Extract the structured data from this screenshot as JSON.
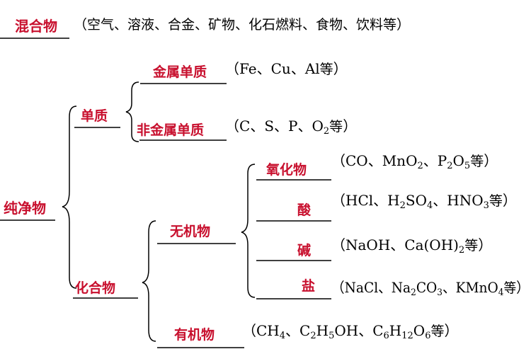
{
  "terms": {
    "mixture": "混合物",
    "pure": "纯净物",
    "element": "单质",
    "compound": "化合物",
    "metal": "金属单质",
    "nonmetal": "非金属单质",
    "inorganic": "无机物",
    "organic": "有机物",
    "oxide": "氧化物",
    "acid": "酸",
    "base": "碱",
    "salt": "盐"
  },
  "examples": {
    "mixture": "（空气、溶液、合金、矿物、化石燃料、食物、饮料等）",
    "metal": {
      "open": "（",
      "items": [
        "Fe",
        "Cu",
        "Al"
      ],
      "sep": "、",
      "etc": "等",
      "close": "）"
    },
    "nonmetal": {
      "open": "（",
      "items": [
        "C",
        "S",
        "P",
        "O",
        "2"
      ],
      "sep": "、",
      "etc": "等",
      "close": "）"
    },
    "oxide": {
      "open": "（",
      "parts": [
        "CO",
        "MnO",
        "2",
        "P",
        "2",
        "O",
        "5"
      ],
      "sep": "、",
      "etc": "等",
      "close": "）"
    },
    "acid": {
      "open": "（",
      "parts": [
        "HCl",
        "H",
        "2",
        "SO",
        "4",
        "HNO",
        "3"
      ],
      "sep": "、",
      "etc": "等",
      "close": "）"
    },
    "base": {
      "open": "（",
      "parts": [
        "NaOH",
        "Ca(OH)",
        "2"
      ],
      "sep": "、",
      "etc": "等",
      "close": "）"
    },
    "salt": {
      "open": "（",
      "parts": [
        "NaCl",
        "Na",
        "2",
        "CO",
        "3",
        "KMnO",
        "4"
      ],
      "sep": "、",
      "etc": "等",
      "close": "）"
    },
    "organic": {
      "open": "（",
      "parts": [
        "CH",
        "4",
        "C",
        "2",
        "H",
        "5",
        "OH",
        "C",
        "6",
        "H",
        "12",
        "O",
        "6"
      ],
      "sep": "、",
      "etc": "等",
      "close": "）"
    }
  }
}
